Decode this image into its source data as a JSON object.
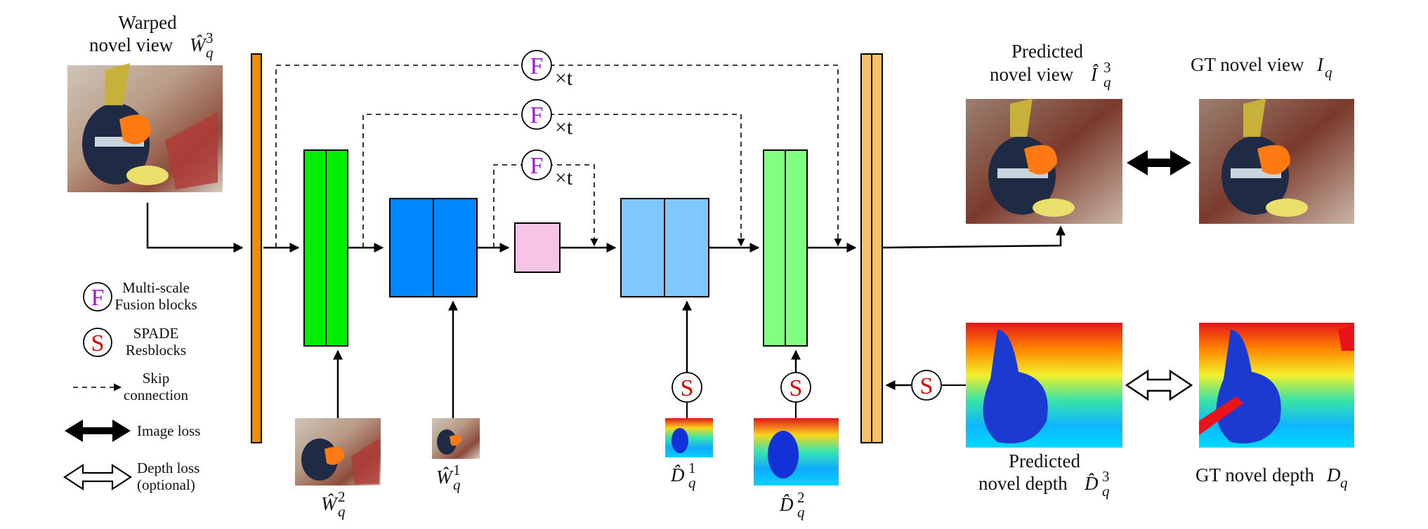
{
  "labels": {
    "warped_line1": "Warped",
    "warped_line2": "novel view",
    "warped_sym": "Ŵ",
    "sup3": "3",
    "sup2": "2",
    "sup1": "1",
    "sub_q": "q",
    "pred_view_line1": "Predicted",
    "pred_view_line2": "novel view",
    "pred_view_sym": "Î",
    "gt_view": "GT novel view",
    "gt_view_sym": "I",
    "pred_depth_line1": "Predicted",
    "pred_depth_line2": "novel depth",
    "depth_sym": "D̂",
    "gt_depth": "GT novel depth",
    "gt_depth_sym": "D",
    "times_t": "×t",
    "F": "F",
    "S": "S"
  },
  "legend": {
    "fusion_line1": "Multi-scale",
    "fusion_line2": "Fusion blocks",
    "spade_line1": "SPADE",
    "spade_line2": "Resblocks",
    "skip_line1": "Skip",
    "skip_line2": "connection",
    "image_loss": "Image loss",
    "depth_loss_line1": "Depth loss",
    "depth_loss_line2": "(optional)"
  },
  "colors": {
    "encoder_input_bar": "#f28c00",
    "encoder_green": "#00ee00",
    "encoder_blue": "#0088ff",
    "bottleneck_pink": "#f8c4e6",
    "decoder_blue": "#7fc7ff",
    "decoder_green": "#80ff80",
    "decoder_output_bar": "#fbbf66",
    "fusion_letter": "#9b1bd8",
    "spade_letter": "#e00000"
  },
  "icons": {
    "fusion": "circle-F-icon",
    "spade": "circle-S-icon",
    "skip": "dashed-arrow-icon",
    "image_loss": "solid-double-arrow-icon",
    "depth_loss": "hollow-double-arrow-icon"
  }
}
